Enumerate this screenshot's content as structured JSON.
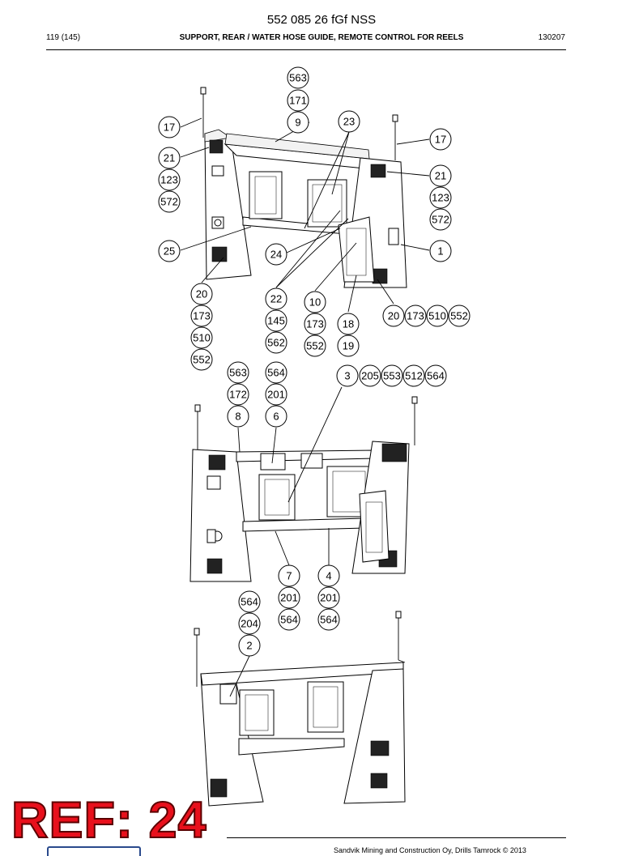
{
  "header": {
    "doc_title": "552 085 26 fGf NSS",
    "page": "119 (145)",
    "section": "SUPPORT, REAR / WATER HOSE GUIDE, REMOTE CONTROL FOR REELS",
    "code": "130207"
  },
  "callouts": {
    "a": [
      "563",
      "171",
      "9",
      "17",
      "23",
      "17",
      "21",
      "123",
      "572",
      "21",
      "123",
      "572",
      "25",
      "24",
      "1",
      "20",
      "173",
      "510",
      "552",
      "22",
      "145",
      "562",
      "10",
      "173",
      "552",
      "18",
      "19",
      "20",
      "173",
      "510",
      "552"
    ],
    "b": [
      "563",
      "172",
      "8",
      "564",
      "201",
      "6",
      "3",
      "205",
      "553",
      "512",
      "564",
      "7",
      "201",
      "564",
      "4",
      "201",
      "564"
    ],
    "c": [
      "564",
      "204",
      "2"
    ]
  },
  "footer": {
    "copyright": "Sandvik Mining and Construction Oy, Drills Tamrock © 2013"
  },
  "stamp": "REF: 24"
}
